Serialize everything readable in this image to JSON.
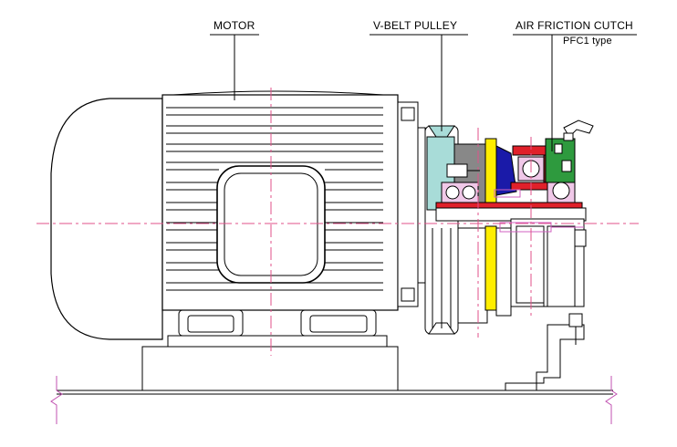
{
  "labels": {
    "motor": "MOTOR",
    "v_belt_pulley": "V-BELT PULLEY",
    "air_friction_clutch": "AIR FRICTION CUTCH",
    "clutch_type": "PFC1  type"
  },
  "colors": {
    "outline": "#000000",
    "centerline": "#e0528a",
    "hidden_line": "#d060c0",
    "pulley_section": "#a8dcd8",
    "hub_section": "#888888",
    "yellow_part": "#ffee00",
    "blue_part": "#1a1aa8",
    "red_part": "#e0202a",
    "green_part": "#2e9a3e",
    "bearing": "#f0c8e8",
    "dark_red_part": "#8c2424"
  }
}
